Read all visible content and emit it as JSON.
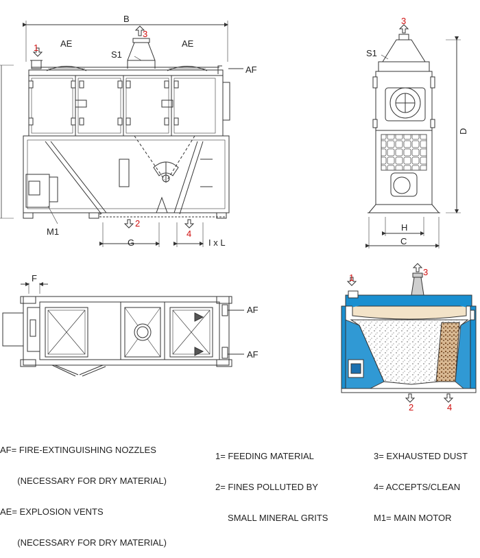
{
  "labels": {
    "dim_b": "B",
    "dim_c": "C",
    "dim_d": "D",
    "dim_f": "F",
    "dim_g": "G",
    "dim_h": "H",
    "dim_ixl": "I x L",
    "ae": "AE",
    "s1": "S1",
    "af": "AF",
    "m1": "M1",
    "n1": "1",
    "n2": "2",
    "n3": "3",
    "n4": "4"
  },
  "legend": {
    "col1": [
      "AF= FIRE-EXTINGUISHING NOZZLES",
      "       (NECESSARY FOR DRY MATERIAL)",
      "AE= EXPLOSION VENTS",
      "       (NECESSARY FOR DRY MATERIAL)"
    ],
    "col2": [
      "1= FEEDING MATERIAL",
      "2= FINES POLLUTED BY",
      "     SMALL MINERAL GRITS"
    ],
    "col3": [
      "3= EXHAUSTED DUST",
      "4= ACCEPTS/CLEAN",
      "M1= MAIN MOTOR"
    ]
  },
  "colors": {
    "line": "#333333",
    "annotation_red": "#d01010",
    "machine_blue": "#1a8fd0",
    "material_fill": "#f3e3c8",
    "accepts_fill": "#9a6a3a"
  }
}
